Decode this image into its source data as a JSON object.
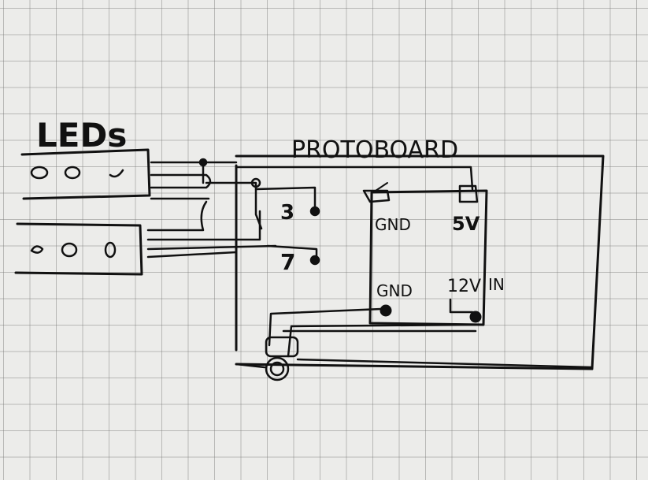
{
  "labels": {
    "leds": "LEDs",
    "protoboard": "PROTOBOARD",
    "pin_3": "3",
    "pin_7": "7",
    "gnd_top": "GND",
    "five_v": "5V",
    "gnd_bottom": "GND",
    "twelve_v": "12V",
    "in": "IN"
  },
  "colors": {
    "ink": "#111111",
    "paper": "#ececea",
    "grid": "#8a8a8a"
  }
}
